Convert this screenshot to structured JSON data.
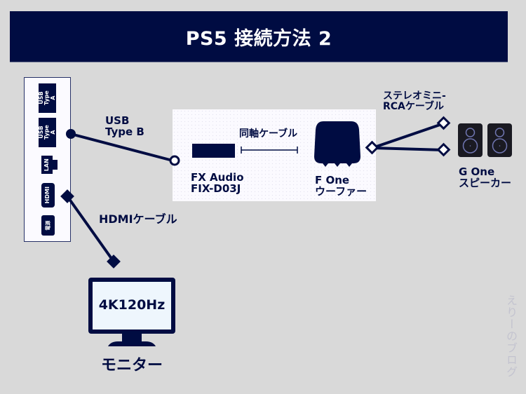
{
  "header": {
    "title": "PS5 接続方法 2"
  },
  "ps5_ports": [
    {
      "label": "USB Type A",
      "icon": "usb-port"
    },
    {
      "label": "USB Type A",
      "icon": "usb-port"
    },
    {
      "label": "LAN",
      "icon": "lan-port"
    },
    {
      "label": "HDMI",
      "icon": "hdmi-port"
    },
    {
      "label": "電源",
      "icon": "power-port"
    }
  ],
  "cables": {
    "usb": {
      "line1": "USB",
      "line2": "Type B"
    },
    "coax": {
      "label": "同軸ケーブル"
    },
    "rca": {
      "line1": "ステレオミニ-",
      "line2": "RCAケーブル"
    },
    "hdmi": {
      "label": "HDMIケーブル"
    }
  },
  "devices": {
    "dac": {
      "line1": "FX Audio",
      "line2": "FIX-D03J"
    },
    "subwoofer": {
      "line1": "F One",
      "line2": "ウーファー"
    },
    "speakers": {
      "line1": "G One",
      "line2": "スピーカー"
    },
    "monitor": {
      "screen_text": "4K120Hz",
      "label": "モニター"
    }
  },
  "watermark": "えりーのブログ",
  "colors": {
    "navy": "#000c42",
    "background": "#d9d9d9",
    "panel": "#fbfaff",
    "screen": "#eef6fd",
    "speaker": "#1a1a22"
  }
}
